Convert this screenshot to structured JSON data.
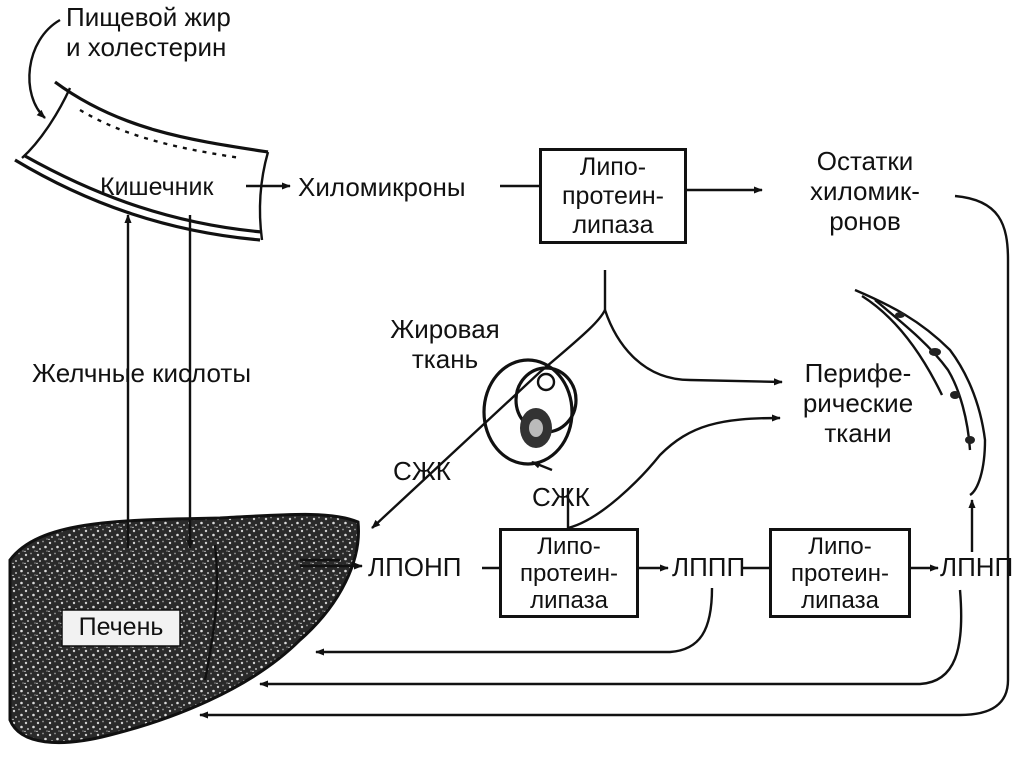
{
  "diagram": {
    "dietary_fat": [
      "Пищевой жир",
      "и холестерин"
    ],
    "intestine": "Кишечник",
    "chylomicrons": "Хиломикроны",
    "lipase_top": [
      "Липо-",
      "протеин-",
      "липаза"
    ],
    "chylomicron_remnants": [
      "Остатки",
      "хиломик-",
      "ронов"
    ],
    "adipose_tissue": [
      "Жировая",
      "ткань"
    ],
    "peripheral_tissues": [
      "Перифе-",
      "рические",
      "ткани"
    ],
    "bile_acids": "Желчные кислоты",
    "ffa_left": "СЖК",
    "ffa_center": "СЖК",
    "liver": "Печень",
    "vldl": "ЛПОНП",
    "lipase_mid": [
      "Липо-",
      "протеин-",
      "липаза"
    ],
    "idl": "ЛППП",
    "lipase_right": [
      "Липо-",
      "протеин-",
      "липаза"
    ],
    "ldl": "ЛПНП"
  }
}
